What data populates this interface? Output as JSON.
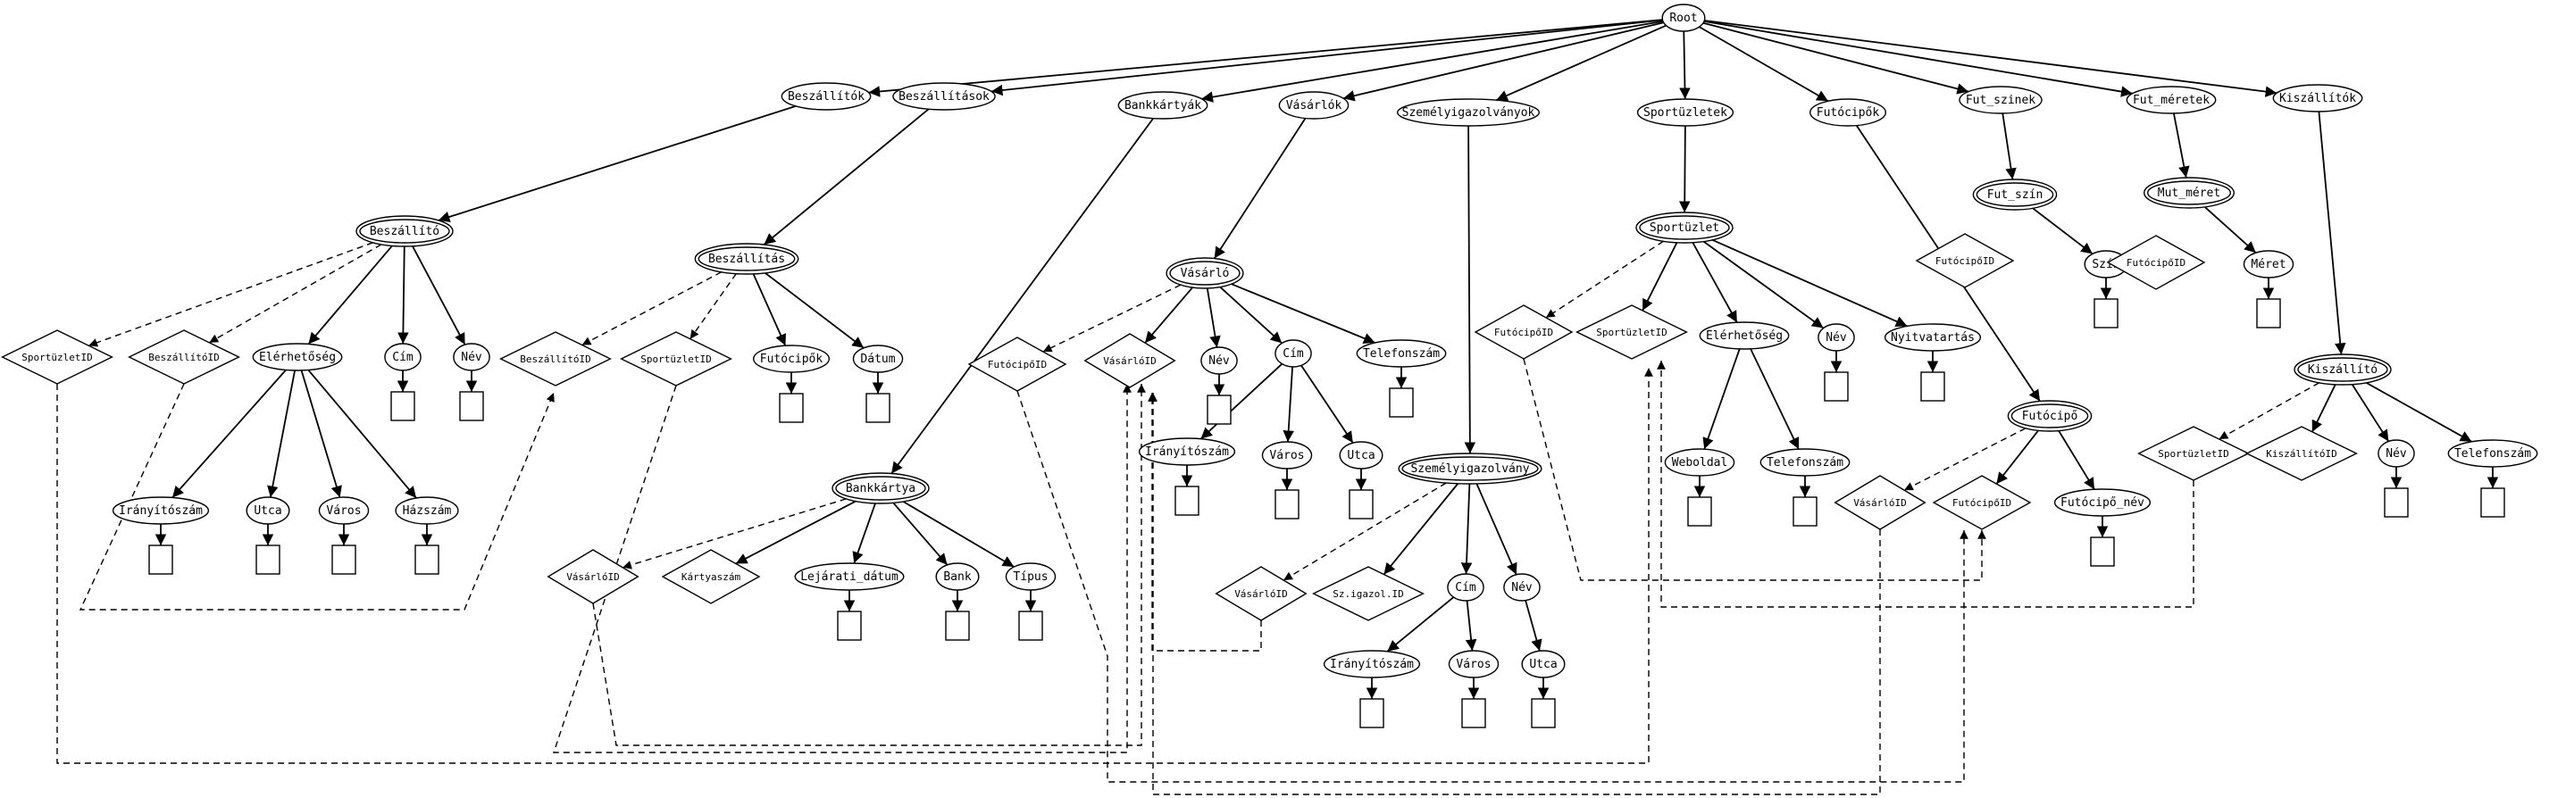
{
  "diagram": {
    "type": "xml-schema-tree",
    "root": "Root",
    "nodes": [
      {
        "id": "root",
        "label": "Root",
        "shape": "ellipse"
      },
      {
        "id": "beszallitok",
        "label": "Beszállítók",
        "shape": "ellipse"
      },
      {
        "id": "beszallitasok",
        "label": "Beszállítások",
        "shape": "ellipse"
      },
      {
        "id": "bankkartyak",
        "label": "Bankkártyák",
        "shape": "ellipse"
      },
      {
        "id": "vasarlok",
        "label": "Vásárlók",
        "shape": "ellipse"
      },
      {
        "id": "szemelyigazolvanyok",
        "label": "Személyigazolványok",
        "shape": "ellipse"
      },
      {
        "id": "sportuzletek",
        "label": "Sportüzletek",
        "shape": "ellipse"
      },
      {
        "id": "futocipok",
        "label": "Futócipők",
        "shape": "ellipse"
      },
      {
        "id": "fut_szinek",
        "label": "Fut_szinek",
        "shape": "ellipse"
      },
      {
        "id": "fut_meretek",
        "label": "Fut_méretek",
        "shape": "ellipse"
      },
      {
        "id": "kiszallitok",
        "label": "Kiszállítók",
        "shape": "ellipse"
      },
      {
        "id": "beszallito",
        "label": "Beszállító",
        "shape": "double-ellipse"
      },
      {
        "id": "b_sportuzletid",
        "label": "SportüzletID",
        "shape": "diamond"
      },
      {
        "id": "b_beszallitoid",
        "label": "BeszállítóID",
        "shape": "diamond"
      },
      {
        "id": "b_elerhetoseg",
        "label": "Elérhetőség",
        "shape": "ellipse"
      },
      {
        "id": "b_cim",
        "label": "Cím",
        "shape": "ellipse"
      },
      {
        "id": "b_nev",
        "label": "Név",
        "shape": "ellipse"
      },
      {
        "id": "b_iranyitoszam",
        "label": "Irányítószám",
        "shape": "ellipse"
      },
      {
        "id": "b_utca",
        "label": "Utca",
        "shape": "ellipse"
      },
      {
        "id": "b_varos",
        "label": "Város",
        "shape": "ellipse"
      },
      {
        "id": "b_hazszam",
        "label": "Házszám",
        "shape": "ellipse"
      },
      {
        "id": "beszallitas",
        "label": "Beszállítás",
        "shape": "double-ellipse"
      },
      {
        "id": "bs_beszallitoid",
        "label": "BeszállítóID",
        "shape": "diamond"
      },
      {
        "id": "bs_sportuzletid",
        "label": "SportüzletID",
        "shape": "diamond"
      },
      {
        "id": "bs_futocipok",
        "label": "Futócipők",
        "shape": "ellipse"
      },
      {
        "id": "bs_datum",
        "label": "Dátum",
        "shape": "ellipse"
      },
      {
        "id": "bankkartya",
        "label": "Bankkártya",
        "shape": "double-ellipse"
      },
      {
        "id": "bk_vasarloid",
        "label": "VásárlóID",
        "shape": "diamond"
      },
      {
        "id": "bk_kartyaszam",
        "label": "Kártyaszám",
        "shape": "diamond"
      },
      {
        "id": "bk_lejarati",
        "label": "Lejárati_dátum",
        "shape": "ellipse"
      },
      {
        "id": "bk_bank",
        "label": "Bank",
        "shape": "ellipse"
      },
      {
        "id": "bk_tipus",
        "label": "Típus",
        "shape": "ellipse"
      },
      {
        "id": "vasarlo",
        "label": "Vásárló",
        "shape": "double-ellipse"
      },
      {
        "id": "v_futocipoid",
        "label": "FutócipőID",
        "shape": "diamond"
      },
      {
        "id": "v_vasarloid",
        "label": "VásárlóID",
        "shape": "diamond"
      },
      {
        "id": "v_nev",
        "label": "Név",
        "shape": "ellipse"
      },
      {
        "id": "v_cim",
        "label": "Cím",
        "shape": "ellipse"
      },
      {
        "id": "v_telefonszam",
        "label": "Telefonszám",
        "shape": "ellipse"
      },
      {
        "id": "v_iranyitoszam",
        "label": "Irányítószám",
        "shape": "ellipse"
      },
      {
        "id": "v_varos",
        "label": "Város",
        "shape": "ellipse"
      },
      {
        "id": "v_utca",
        "label": "Utca",
        "shape": "ellipse"
      },
      {
        "id": "szemelyigazolvany",
        "label": "Személyigazolvány",
        "shape": "double-ellipse"
      },
      {
        "id": "sz_vasarloid",
        "label": "VásárlóID",
        "shape": "diamond"
      },
      {
        "id": "sz_szigazolid",
        "label": "Sz.igazol.ID",
        "shape": "diamond"
      },
      {
        "id": "sz_cim",
        "label": "Cím",
        "shape": "ellipse"
      },
      {
        "id": "sz_nev",
        "label": "Név",
        "shape": "ellipse"
      },
      {
        "id": "sz_iranyitoszam",
        "label": "Irányítószám",
        "shape": "ellipse"
      },
      {
        "id": "sz_varos",
        "label": "Város",
        "shape": "ellipse"
      },
      {
        "id": "sz_utca",
        "label": "Utca",
        "shape": "ellipse"
      },
      {
        "id": "sportuzlet",
        "label": "Sportüzlet",
        "shape": "double-ellipse"
      },
      {
        "id": "s_futocipoid",
        "label": "FutócipőID",
        "shape": "diamond"
      },
      {
        "id": "s_sportuzletid",
        "label": "SportüzletID",
        "shape": "diamond"
      },
      {
        "id": "s_elerhetoseg",
        "label": "Elérhetőség",
        "shape": "ellipse"
      },
      {
        "id": "s_nev",
        "label": "Név",
        "shape": "ellipse"
      },
      {
        "id": "s_nyitvatartas",
        "label": "Nyitvatartás",
        "shape": "ellipse"
      },
      {
        "id": "s_weboldal",
        "label": "Weboldal",
        "shape": "ellipse"
      },
      {
        "id": "s_telefonszam",
        "label": "Telefonszám",
        "shape": "ellipse"
      },
      {
        "id": "futocipo",
        "label": "Futócipő",
        "shape": "double-ellipse"
      },
      {
        "id": "f_vasarloid",
        "label": "VásárlóID",
        "shape": "diamond"
      },
      {
        "id": "f_futocipoid",
        "label": "FutócipőID",
        "shape": "diamond"
      },
      {
        "id": "f_futocipo_nev",
        "label": "Futócipő_név",
        "shape": "ellipse"
      },
      {
        "id": "fut_szin",
        "label": "Fut_szín",
        "shape": "double-ellipse"
      },
      {
        "id": "fsz_futocipoid",
        "label": "FutócipőID",
        "shape": "diamond"
      },
      {
        "id": "fsz_szin",
        "label": "Szín",
        "shape": "ellipse"
      },
      {
        "id": "mut_meret",
        "label": "Mut_méret",
        "shape": "double-ellipse"
      },
      {
        "id": "fm_futocipoid",
        "label": "FutócipőID",
        "shape": "diamond"
      },
      {
        "id": "fm_meret",
        "label": "Méret",
        "shape": "ellipse"
      },
      {
        "id": "kiszallito",
        "label": "Kiszállító",
        "shape": "double-ellipse"
      },
      {
        "id": "k_sportuzletid",
        "label": "SportüzletID",
        "shape": "diamond"
      },
      {
        "id": "k_kiszallitoid",
        "label": "KiszállítóID",
        "shape": "diamond"
      },
      {
        "id": "k_nev",
        "label": "Név",
        "shape": "ellipse"
      },
      {
        "id": "k_telefonszam",
        "label": "Telefonszám",
        "shape": "ellipse"
      }
    ],
    "edges": [
      [
        "root",
        "beszallitok"
      ],
      [
        "root",
        "beszallitasok"
      ],
      [
        "root",
        "bankkartyak"
      ],
      [
        "root",
        "vasarlok"
      ],
      [
        "root",
        "szemelyigazolvanyok"
      ],
      [
        "root",
        "sportuzletek"
      ],
      [
        "root",
        "futocipok"
      ],
      [
        "root",
        "fut_szinek"
      ],
      [
        "root",
        "fut_meretek"
      ],
      [
        "root",
        "kiszallitok"
      ],
      [
        "beszallitok",
        "beszallito"
      ],
      [
        "beszallito",
        "b_elerhetoseg"
      ],
      [
        "beszallito",
        "b_cim"
      ],
      [
        "beszallito",
        "b_nev"
      ],
      [
        "b_elerhetoseg",
        "b_iranyitoszam"
      ],
      [
        "b_elerhetoseg",
        "b_utca"
      ],
      [
        "b_elerhetoseg",
        "b_varos"
      ],
      [
        "b_elerhetoseg",
        "b_hazszam"
      ],
      [
        "beszallitasok",
        "beszallitas"
      ],
      [
        "beszallitas",
        "bs_futocipok"
      ],
      [
        "beszallitas",
        "bs_datum"
      ],
      [
        "bankkartyak",
        "bankkartya"
      ],
      [
        "bankkartya",
        "bk_kartyaszam"
      ],
      [
        "bankkartya",
        "bk_lejarati"
      ],
      [
        "bankkartya",
        "bk_bank"
      ],
      [
        "bankkartya",
        "bk_tipus"
      ],
      [
        "vasarlok",
        "vasarlo"
      ],
      [
        "vasarlo",
        "v_vasarloid"
      ],
      [
        "vasarlo",
        "v_nev"
      ],
      [
        "vasarlo",
        "v_cim"
      ],
      [
        "vasarlo",
        "v_telefonszam"
      ],
      [
        "v_cim",
        "v_iranyitoszam"
      ],
      [
        "v_cim",
        "v_varos"
      ],
      [
        "v_cim",
        "v_utca"
      ],
      [
        "szemelyigazolvanyok",
        "szemelyigazolvany"
      ],
      [
        "szemelyigazolvany",
        "sz_szigazolid"
      ],
      [
        "szemelyigazolvany",
        "sz_cim"
      ],
      [
        "szemelyigazolvany",
        "sz_nev"
      ],
      [
        "sz_cim",
        "sz_iranyitoszam"
      ],
      [
        "sz_cim",
        "sz_varos"
      ],
      [
        "sz_nev",
        "sz_utca"
      ],
      [
        "sportuzletek",
        "sportuzlet"
      ],
      [
        "sportuzlet",
        "s_sportuzletid"
      ],
      [
        "sportuzlet",
        "s_elerhetoseg"
      ],
      [
        "sportuzlet",
        "s_nev"
      ],
      [
        "sportuzlet",
        "s_nyitvatartas"
      ],
      [
        "s_elerhetoseg",
        "s_weboldal"
      ],
      [
        "s_elerhetoseg",
        "s_telefonszam"
      ],
      [
        "futocipok",
        "futocipo"
      ],
      [
        "futocipo",
        "f_futocipoid"
      ],
      [
        "futocipo",
        "f_futocipo_nev"
      ],
      [
        "fut_szinek",
        "fut_szin"
      ],
      [
        "fut_szin",
        "fsz_szin"
      ],
      [
        "fut_meretek",
        "mut_meret"
      ],
      [
        "mut_meret",
        "fm_meret"
      ],
      [
        "kiszallitok",
        "kiszallito"
      ],
      [
        "kiszallito",
        "k_kiszallitoid"
      ],
      [
        "kiszallito",
        "k_nev"
      ],
      [
        "kiszallito",
        "k_telefonszam"
      ]
    ],
    "dashed_edges": [
      [
        "beszallito",
        "b_sportuzletid"
      ],
      [
        "beszallito",
        "b_beszallitoid"
      ],
      [
        "beszallitas",
        "bs_beszallitoid"
      ],
      [
        "beszallitas",
        "bs_sportuzletid"
      ],
      [
        "bankkartya",
        "bk_vasarloid"
      ],
      [
        "vasarlo",
        "v_futocipoid"
      ],
      [
        "szemelyigazolvany",
        "sz_vasarloid"
      ],
      [
        "sportuzlet",
        "s_futocipoid"
      ],
      [
        "futocipo",
        "f_vasarloid"
      ],
      [
        "kiszallito",
        "k_sportuzletid"
      ]
    ],
    "leaf_boxes": [
      "b_cim",
      "b_nev",
      "b_iranyitoszam",
      "b_utca",
      "b_varos",
      "b_hazszam",
      "bs_futocipok",
      "bs_datum",
      "bk_lejarati",
      "bk_bank",
      "bk_tipus",
      "v_nev",
      "v_telefonszam",
      "v_iranyitoszam",
      "v_varos",
      "v_utca",
      "sz_iranyitoszam",
      "sz_varos",
      "sz_utca",
      "s_nev",
      "s_nyitvatartas",
      "s_weboldal",
      "s_telefonszam",
      "f_futocipo_nev",
      "fsz_szin",
      "fm_meret",
      "k_nev",
      "k_telefonszam"
    ],
    "references": [
      {
        "from": "b_sportuzletid",
        "to": "s_sportuzletid"
      },
      {
        "from": "b_beszallitoid",
        "to": "bs_beszallitoid"
      },
      {
        "from": "bs_sportuzletid",
        "to": "v_vasarloid"
      },
      {
        "from": "bk_vasarloid",
        "to": "v_vasarloid"
      },
      {
        "from": "v_futocipoid",
        "to": "f_futocipoid"
      },
      {
        "from": "sz_vasarloid",
        "to": "v_vasarloid"
      },
      {
        "from": "s_futocipoid",
        "to": "f_futocipoid"
      },
      {
        "from": "f_vasarloid",
        "to": "v_vasarloid"
      },
      {
        "from": "k_sportuzletid",
        "to": "s_sportuzletid"
      }
    ]
  }
}
